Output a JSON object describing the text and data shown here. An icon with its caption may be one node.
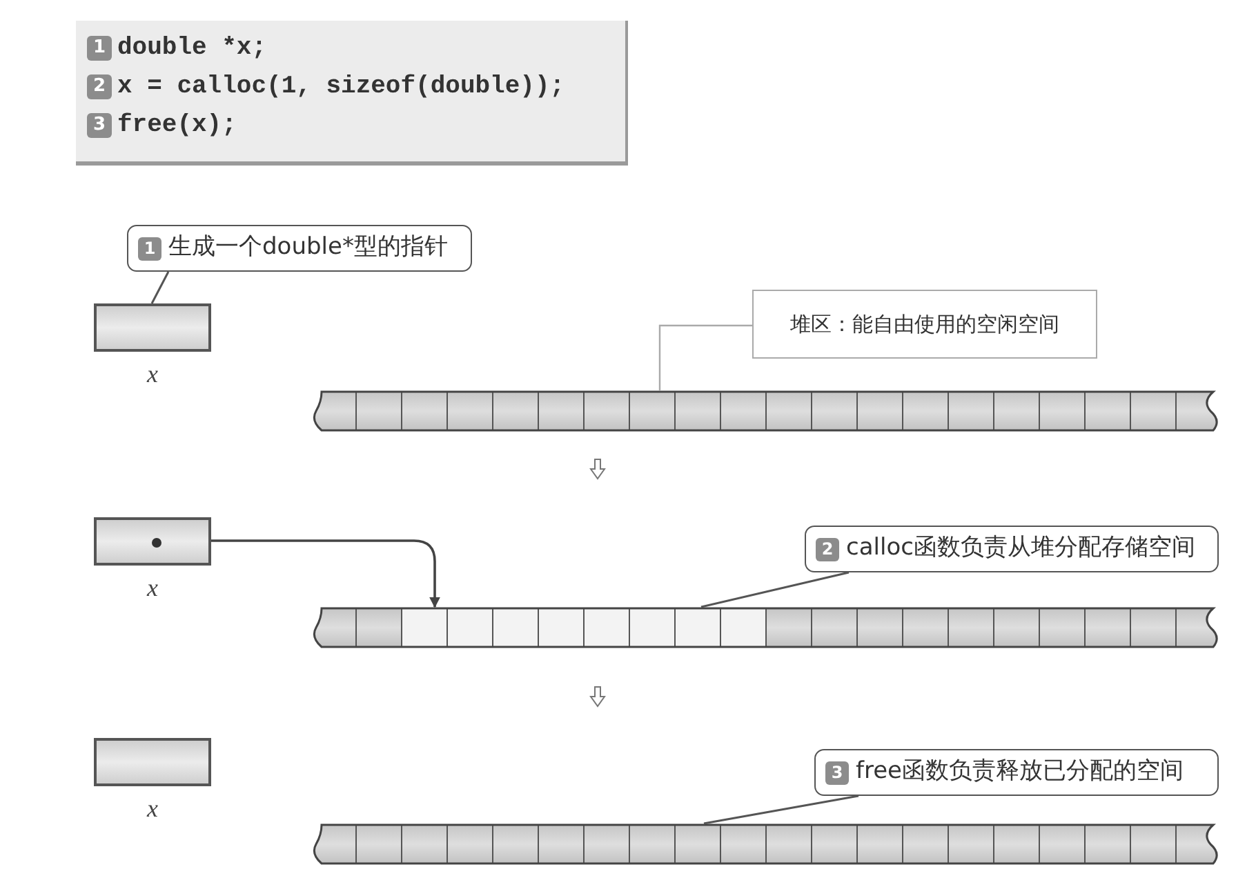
{
  "diagram": {
    "nodes": [
      {
        "text": [
          "1",
          "double *x;",
          "2",
          "x = calloc(1, sizeof(double));",
          "3",
          "free(x);"
        ]
      },
      {
        "text": [
          "1",
          "生成一个double*型的指针"
        ]
      },
      {
        "text": [],
        "shape": "box",
        "beside": [
          "x"
        ]
      },
      {
        "text": [
          "堆区：能自由使用的空闲空间"
        ]
      },
      {
        "text": [],
        "shape": "bar"
      },
      {
        "text": [],
        "shape": "box",
        "beside": [
          "x"
        ]
      },
      {
        "text": [],
        "shape": "bar"
      },
      {
        "text": [
          "2",
          "calloc函数负责从堆分配存储空间"
        ]
      },
      {
        "text": [],
        "shape": "box",
        "beside": [
          "x"
        ]
      },
      {
        "text": [],
        "shape": "bar"
      },
      {
        "text": [
          "3",
          "free函数负责释放已分配的空间"
        ]
      }
    ],
    "edges": [
      {
        "from": 1,
        "to": 2,
        "arrow": "none"
      },
      {
        "from": 3,
        "to": 4,
        "arrow": "none"
      },
      {
        "from": 5,
        "to": 6,
        "arrow": "to"
      },
      {
        "from": 7,
        "to": 6,
        "arrow": "none"
      },
      {
        "from": 10,
        "to": 9,
        "arrow": "none"
      }
    ]
  }
}
